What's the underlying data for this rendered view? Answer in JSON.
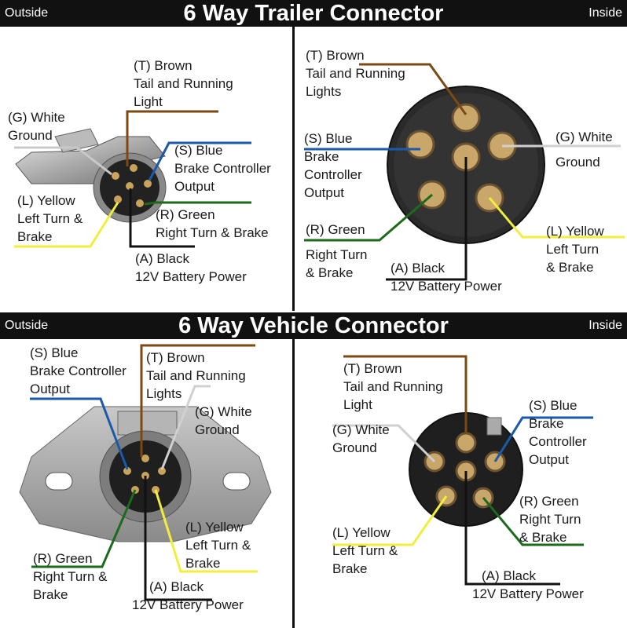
{
  "colors": {
    "brown": "#7a4a12",
    "blue": "#1a5aa8",
    "white": "#cfcfcf",
    "yellow": "#f2ee3c",
    "green": "#1d6a1d",
    "black": "#111111",
    "bar": "#111111"
  },
  "trailer": {
    "bar": {
      "outside": "Outside",
      "title": "6 Way Trailer  Connector",
      "inside": "Inside"
    },
    "outside": {
      "brown": [
        "(T) Brown",
        "Tail and Running",
        "Light"
      ],
      "white": [
        "(G) White",
        "Ground"
      ],
      "blue": [
        "(S) Blue",
        "Brake Controller",
        "Output"
      ],
      "yellow": [
        "(L) Yellow",
        "Left Turn &",
        "Brake"
      ],
      "green": [
        "(R) Green",
        "Right Turn & Brake"
      ],
      "black": [
        "(A) Black",
        "12V Battery Power"
      ]
    },
    "inside": {
      "brown": [
        "(T) Brown",
        "Tail and Running",
        "Lights"
      ],
      "blue": [
        "(S) Blue",
        "Brake",
        "Controller",
        "Output"
      ],
      "white": [
        "(G) White",
        "",
        "Ground"
      ],
      "green": [
        "(R) Green",
        "",
        "Right Turn",
        "& Brake"
      ],
      "yellow": [
        "(L) Yellow",
        "Left Turn",
        "& Brake"
      ],
      "black": [
        "(A) Black",
        "12V Battery Power"
      ]
    }
  },
  "vehicle": {
    "bar": {
      "outside": "Outside",
      "title": "6 Way Vehicle Connector",
      "inside": "Inside"
    },
    "outside": {
      "blue": [
        "(S) Blue",
        "Brake Controller",
        "Output"
      ],
      "brown": [
        "(T) Brown",
        "Tail and Running",
        "Lights"
      ],
      "white": [
        "(G) White",
        "Ground"
      ],
      "yellow": [
        "(L) Yellow",
        "Left Turn &",
        "Brake"
      ],
      "green": [
        "(R) Green",
        "Right Turn &",
        "Brake"
      ],
      "black": [
        "(A) Black",
        "12V Battery Power"
      ]
    },
    "inside": {
      "brown": [
        "(T) Brown",
        "Tail and Running",
        "Light"
      ],
      "white": [
        "(G) White",
        "Ground"
      ],
      "blue": [
        "(S) Blue",
        "Brake",
        "Controller",
        "Output"
      ],
      "green": [
        "(R) Green",
        "Right Turn",
        "& Brake"
      ],
      "yellow": [
        "(L) Yellow",
        "Left Turn &",
        "Brake"
      ],
      "black": [
        "(A) Black",
        "12V Battery Power"
      ]
    }
  }
}
